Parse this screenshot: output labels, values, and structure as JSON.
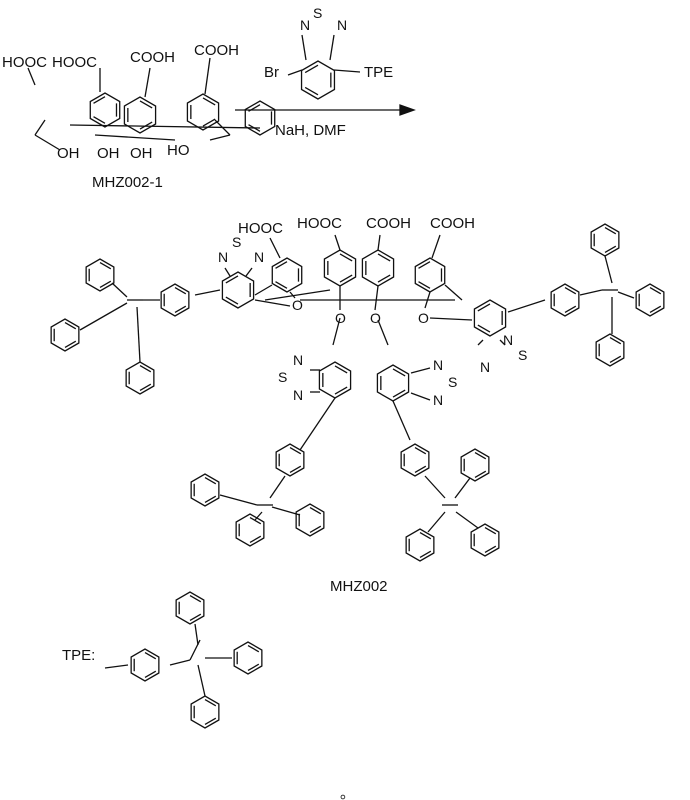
{
  "reaction": {
    "starting_material": {
      "name": "MHZ002-1",
      "groups": [
        "HOOC",
        "HOOC",
        "COOH",
        "COOH"
      ],
      "hydroxyls": [
        "OH",
        "OH",
        "OH",
        "HO"
      ]
    },
    "reagent": {
      "atoms": [
        "N",
        "S",
        "N"
      ],
      "left_substituent": "Br",
      "right_substituent": "TPE"
    },
    "conditions": "NaH, DMF",
    "product": {
      "name": "MHZ002",
      "groups": [
        "HOOC",
        "HOOC",
        "COOH",
        "COOH"
      ],
      "ethers": [
        "O",
        "O",
        "O",
        "O"
      ],
      "btd_atoms": [
        "N",
        "S",
        "N"
      ]
    }
  },
  "legend": {
    "label": "TPE:"
  },
  "footer_mark": "。"
}
